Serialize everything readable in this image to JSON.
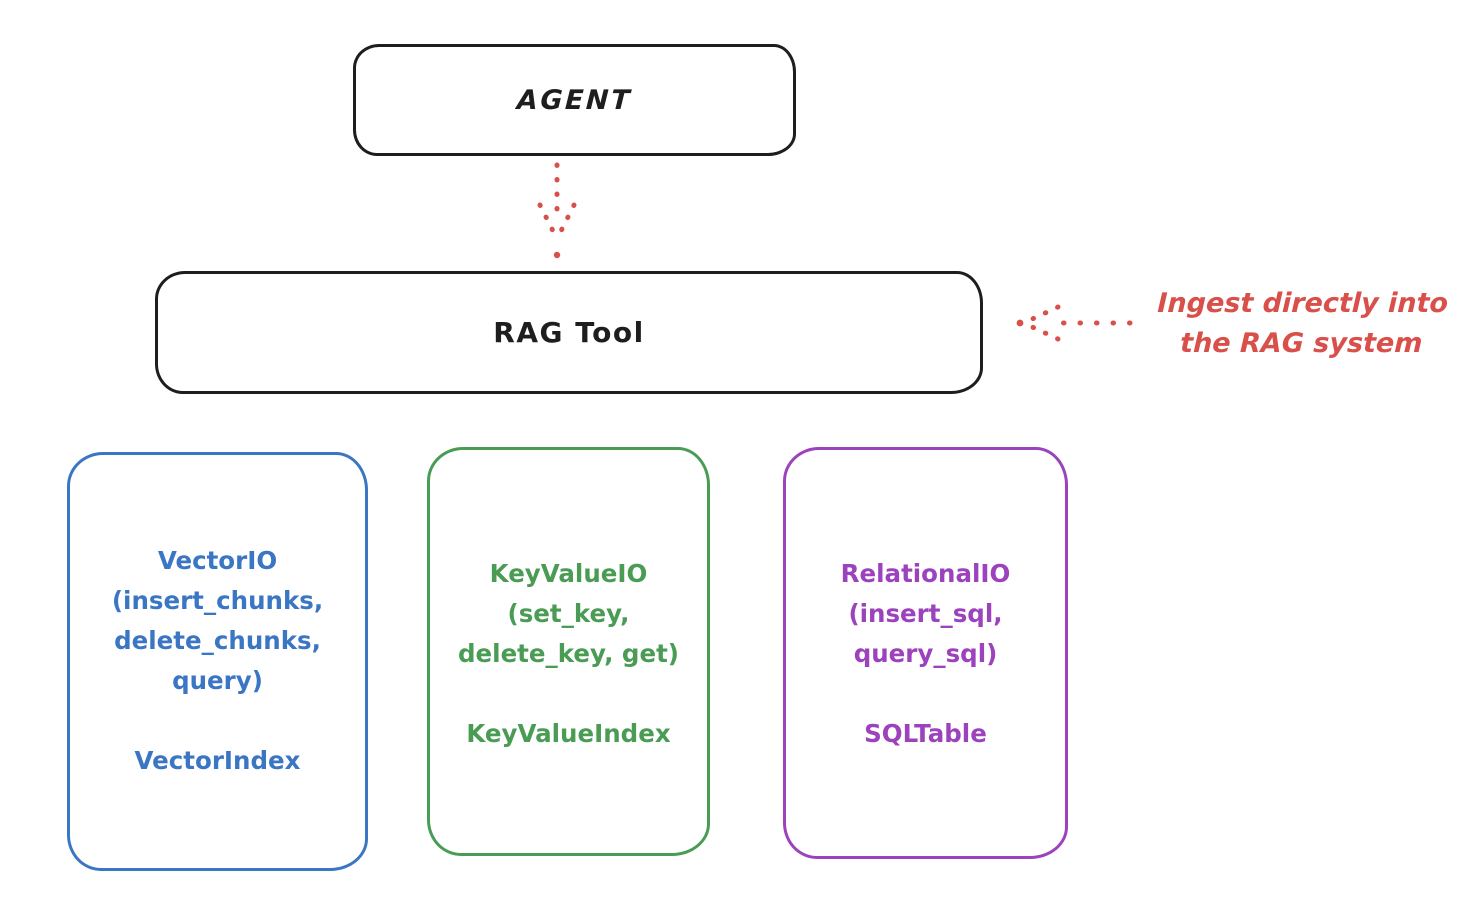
{
  "canvas": {
    "background": "#ffffff"
  },
  "colors": {
    "black": "#1e1e1e",
    "red": "#d94f4a",
    "blue": "#3b76c4",
    "green": "#4a9c55",
    "purple": "#9c42bd"
  },
  "agent_box": {
    "label": "AGENT"
  },
  "rag_tool_box": {
    "label": "RAG Tool"
  },
  "annotation": {
    "line1": "Ingest directly into",
    "line2": "the RAG system"
  },
  "arrows": {
    "agent_to_rag": {
      "style": "dotted",
      "direction": "down",
      "color": "#d94f4a"
    },
    "ingest_to_rag": {
      "style": "dotted",
      "direction": "left",
      "color": "#d94f4a"
    }
  },
  "io_boxes": [
    {
      "id": "vector-io",
      "color": "#3b76c4",
      "lines": [
        "VectorIO",
        "(insert_chunks,",
        "delete_chunks,",
        "query)"
      ],
      "index_label": "VectorIndex"
    },
    {
      "id": "keyvalue-io",
      "color": "#4a9c55",
      "lines": [
        "KeyValueIO",
        "(set_key,",
        "delete_key, get)"
      ],
      "index_label": "KeyValueIndex"
    },
    {
      "id": "relational-io",
      "color": "#9c42bd",
      "lines": [
        "RelationalIO",
        "(insert_sql,",
        "query_sql)"
      ],
      "index_label": "SQLTable"
    }
  ]
}
